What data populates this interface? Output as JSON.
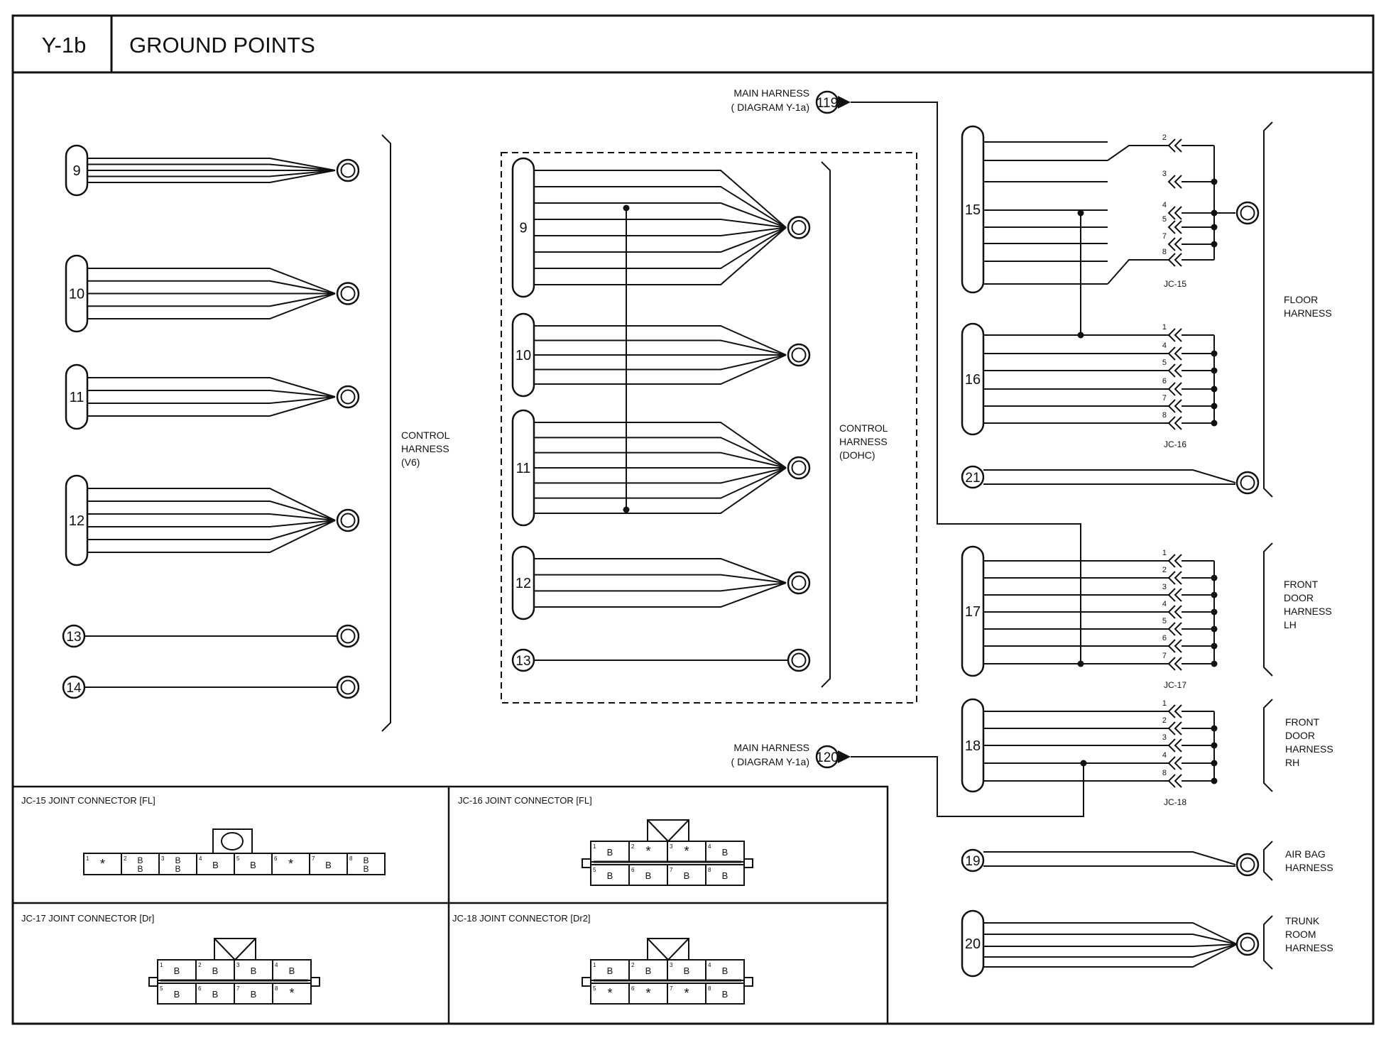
{
  "header": {
    "code": "Y-1b",
    "title": "GROUND POINTS"
  },
  "main_harness_refs": [
    {
      "id": "119",
      "label1": "MAIN HARNESS",
      "label2": "( DIAGRAM Y-1a)"
    },
    {
      "id": "120",
      "label1": "MAIN HARNESS",
      "label2": "( DIAGRAM Y-1a)"
    }
  ],
  "v6_group": {
    "label": [
      "CONTROL",
      "HARNESS",
      "(V6)"
    ],
    "connectors": [
      {
        "id": "9",
        "wires": 5
      },
      {
        "id": "10",
        "wires": 5
      },
      {
        "id": "11",
        "wires": 4
      },
      {
        "id": "12",
        "wires": 6
      },
      {
        "id": "13",
        "wires": 1
      },
      {
        "id": "14",
        "wires": 1
      }
    ]
  },
  "dohc_group": {
    "label": [
      "CONTROL",
      "HARNESS",
      "(DOHC)"
    ],
    "connectors": [
      {
        "id": "9",
        "wires": 8
      },
      {
        "id": "10",
        "wires": 5
      },
      {
        "id": "11",
        "wires": 7
      },
      {
        "id": "12",
        "wires": 4
      },
      {
        "id": "13",
        "wires": 1
      }
    ]
  },
  "right_connectors": [
    {
      "id": "15",
      "pins": [
        "2",
        "3",
        "4",
        "5",
        "7",
        "8"
      ],
      "jc": "JC-15"
    },
    {
      "id": "16",
      "pins": [
        "1",
        "4",
        "5",
        "6",
        "7",
        "8"
      ],
      "jc": "JC-16"
    },
    {
      "id": "21"
    },
    {
      "id": "17",
      "pins": [
        "1",
        "2",
        "3",
        "4",
        "5",
        "6",
        "7"
      ],
      "jc": "JC-17"
    },
    {
      "id": "18",
      "pins": [
        "1",
        "2",
        "3",
        "4",
        "8"
      ],
      "jc": "JC-18"
    },
    {
      "id": "19"
    },
    {
      "id": "20"
    }
  ],
  "harness_labels": {
    "floor": [
      "FLOOR",
      "HARNESS"
    ],
    "front_lh": [
      "FRONT",
      "DOOR",
      "HARNESS",
      "LH"
    ],
    "front_rh": [
      "FRONT",
      "DOOR",
      "HARNESS",
      "RH"
    ],
    "airbag": [
      "AIR BAG",
      "HARNESS"
    ],
    "trunk": [
      "TRUNK",
      "ROOM",
      "HARNESS"
    ]
  },
  "joint_connectors": [
    {
      "title": "JC-15 JOINT CONNECTOR [FL]",
      "cells": [
        [
          "1",
          "*"
        ],
        [
          "2",
          "B B"
        ],
        [
          "3",
          "B B"
        ],
        [
          "4",
          "B"
        ],
        [
          "5",
          "B"
        ],
        [
          "6",
          "*"
        ],
        [
          "7",
          "B"
        ],
        [
          "8",
          "B B"
        ]
      ]
    },
    {
      "title": "JC-16 JOINT CONNECTOR [FL]",
      "cells": [
        [
          "1",
          "B"
        ],
        [
          "2",
          "*"
        ],
        [
          "3",
          "*"
        ],
        [
          "4",
          "B"
        ],
        [
          "5",
          "B"
        ],
        [
          "6",
          "B"
        ],
        [
          "7",
          "B"
        ],
        [
          "8",
          "B"
        ]
      ]
    },
    {
      "title": "JC-17 JOINT CONNECTOR [Dr]",
      "cells": [
        [
          "1",
          "B"
        ],
        [
          "2",
          "B"
        ],
        [
          "3",
          "B"
        ],
        [
          "4",
          "B"
        ],
        [
          "5",
          "B"
        ],
        [
          "6",
          "B"
        ],
        [
          "7",
          "B"
        ],
        [
          "8",
          "*"
        ]
      ]
    },
    {
      "title": "JC-18 JOINT CONNECTOR [Dr2]",
      "cells": [
        [
          "1",
          "B"
        ],
        [
          "2",
          "B"
        ],
        [
          "3",
          "B"
        ],
        [
          "4",
          "B"
        ],
        [
          "5",
          "*"
        ],
        [
          "6",
          "*"
        ],
        [
          "7",
          "*"
        ],
        [
          "8",
          "B"
        ]
      ]
    }
  ]
}
